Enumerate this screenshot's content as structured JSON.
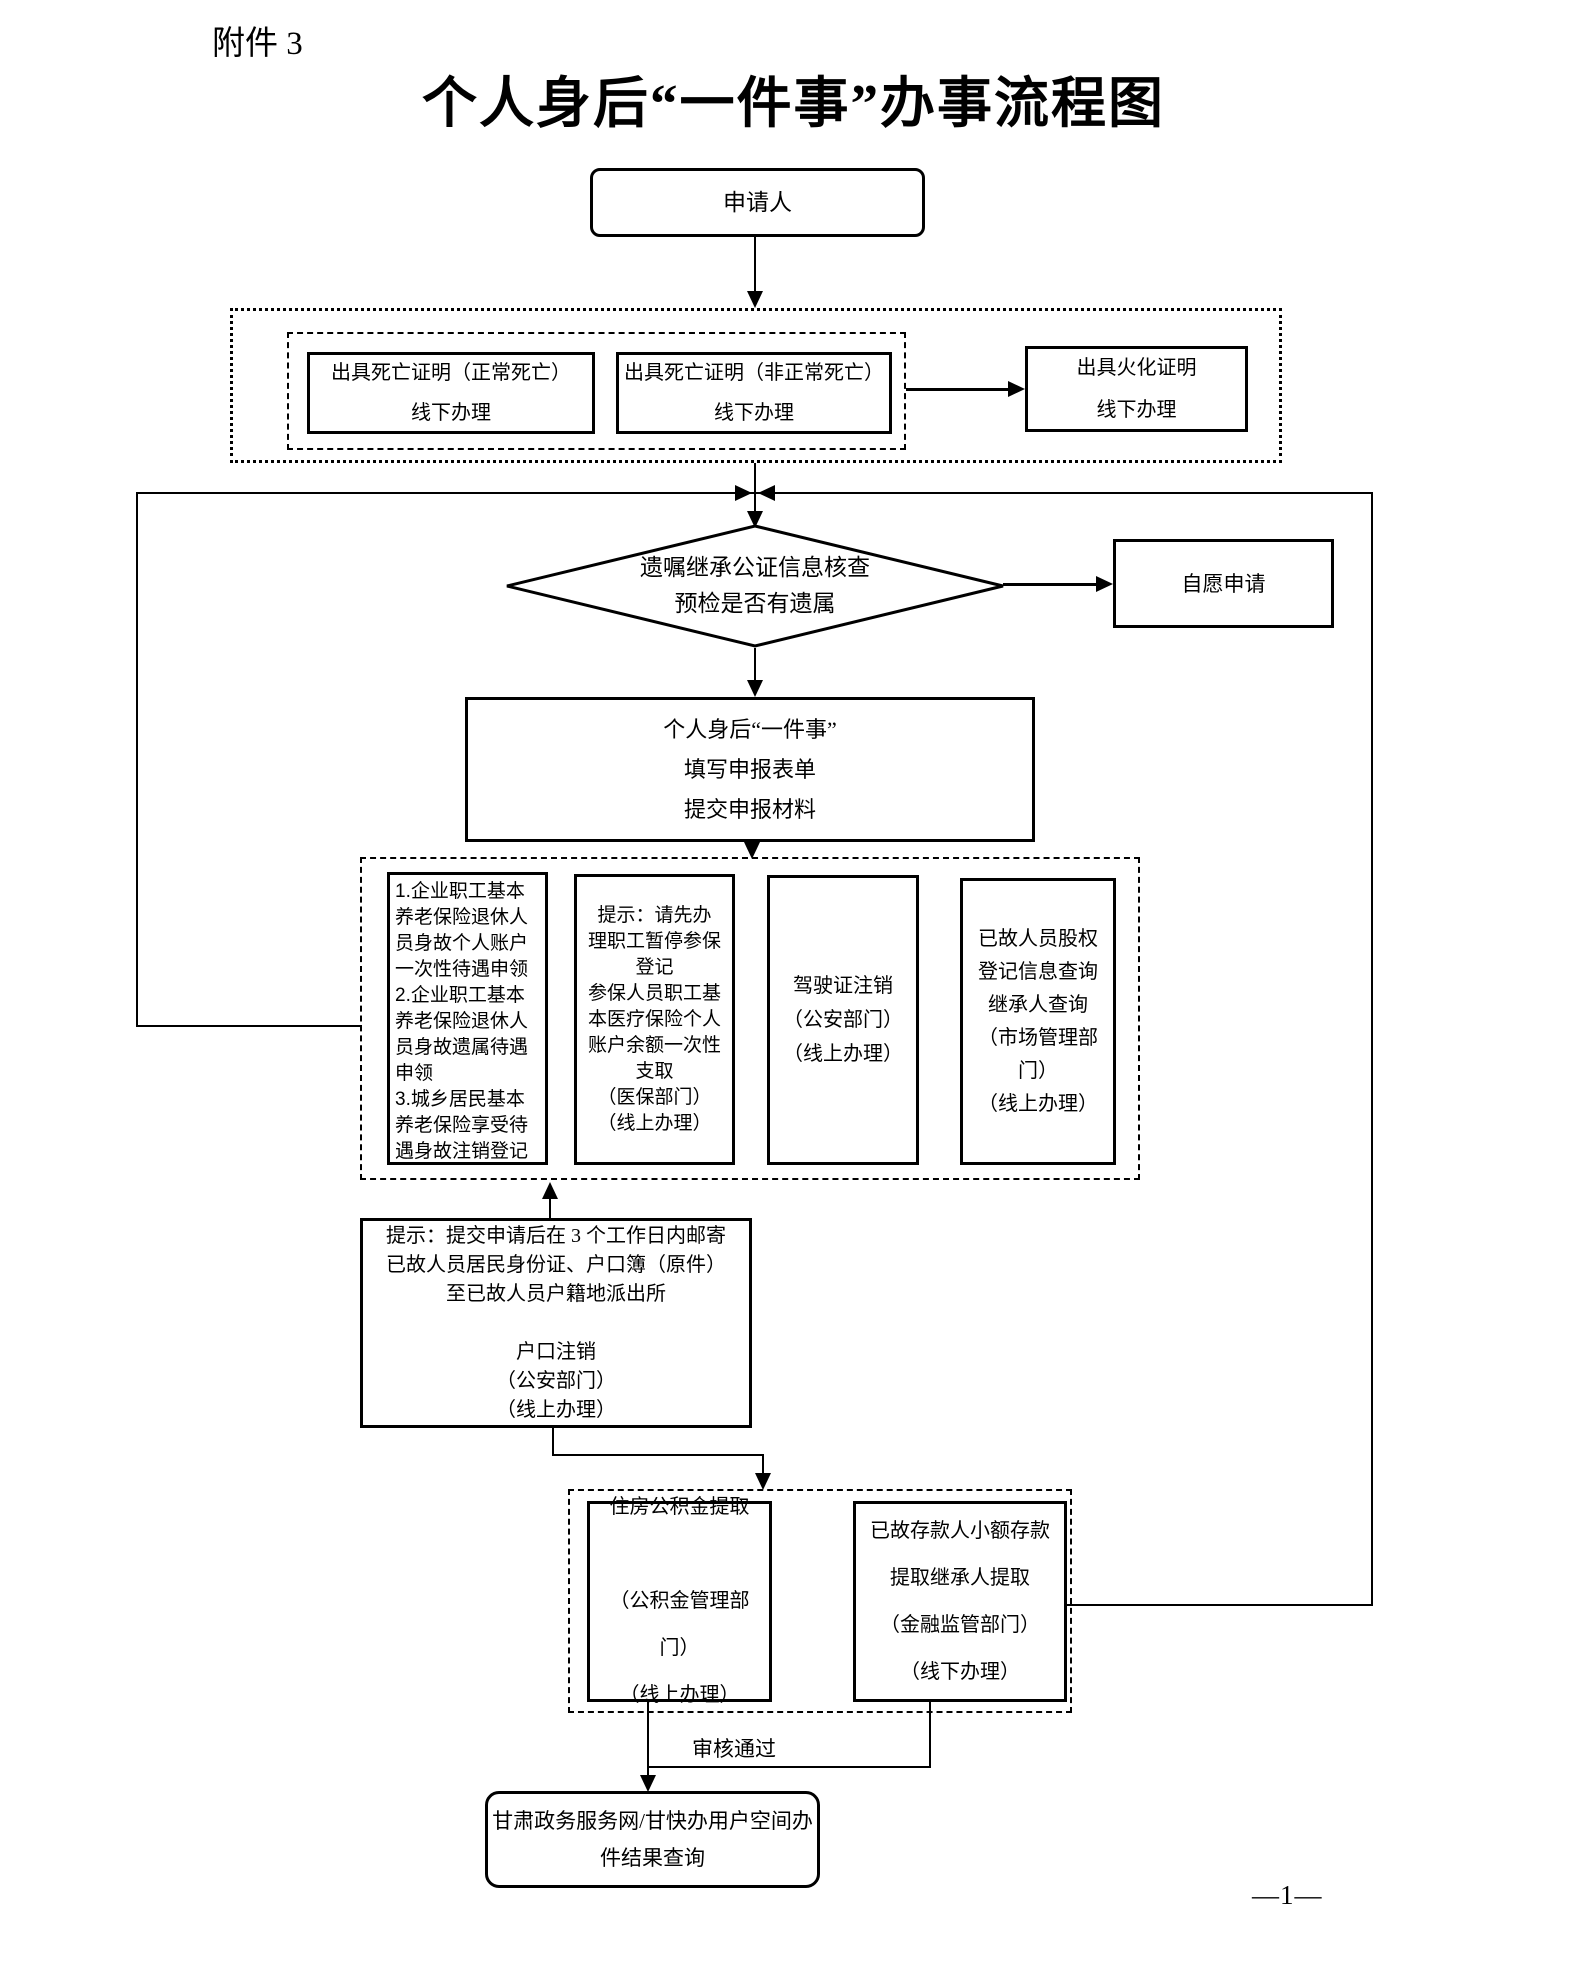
{
  "page": {
    "attachment_label": "附件 3",
    "title": "个人身后“一件事”办事流程图",
    "page_number": "—1—"
  },
  "nodes": {
    "applicant": "申请人",
    "death_cert_normal": "出具死亡证明（正常死亡）\n线下办理",
    "death_cert_abnormal": "出具死亡证明（非正常死亡）\n线下办理",
    "cremation_cert": "出具火化证明\n线下办理",
    "decision_check": "遗嘱继承公证信息核查\n预检是否有遗属",
    "voluntary_apply": "自愿申请",
    "declare": "个人身后“一件事”\n填写申报表单\n提交申报材料",
    "pension_items": "1.企业职工基本\n养老保险退休人\n员身故个人账户\n一次性待遇申领\n2.企业职工基本\n养老保险退休人\n员身故遗属待遇\n申领\n3.城乡居民基本\n养老保险享受待\n遇身故注销登记",
    "medical_tip": "提示：请先办\n理职工暂停参保\n登记\n参保人员职工基\n本医疗保险个人\n账户余额一次性\n支取\n（医保部门）\n（线上办理）",
    "license_cancel": "驾驶证注销\n（公安部门）\n（线上办理）",
    "equity_query": "已故人员股权\n登记信息查询\n继承人查询\n（市场管理部门）\n（线上办理）",
    "household_cancel": "提示：提交申请后在 3 个工作日内邮寄\n已故人员居民身份证、户口簿（原件）\n至已故人员户籍地派出所\n\n户口注销\n（公安部门）\n（线上办理）",
    "housing_fund": "住房公积金提取\n\n（公积金管理部门）\n（线上办理）",
    "small_deposit": "已故存款人小额存款\n提取继承人提取\n（金融监管部门）\n（线下办理）",
    "result_query": "甘肃政务服务网/甘快办用户空间办\n件结果查询"
  },
  "edges": {
    "approved_label": "审核通过"
  },
  "colors": {
    "line": "#000000",
    "background": "#ffffff"
  }
}
